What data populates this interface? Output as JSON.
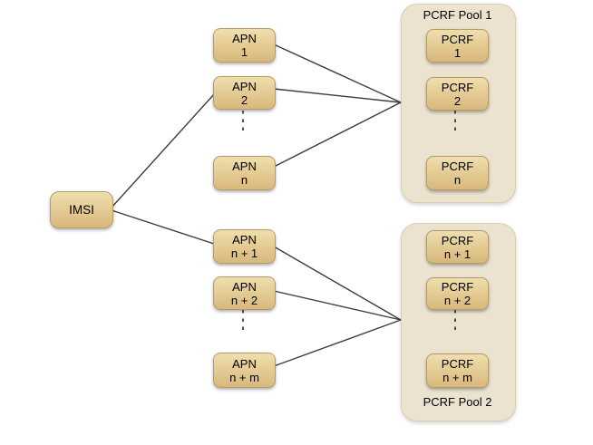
{
  "diagram": {
    "imsi": {
      "label": "IMSI"
    },
    "apns": {
      "apn1": {
        "line1": "APN",
        "line2": "1"
      },
      "apn2": {
        "line1": "APN",
        "line2": "2"
      },
      "apn_n": {
        "line1": "APN",
        "line2": "n"
      },
      "apn_n1": {
        "line1": "APN",
        "line2": "n + 1"
      },
      "apn_n2": {
        "line1": "APN",
        "line2": "n + 2"
      },
      "apn_nm": {
        "line1": "APN",
        "line2": "n + m"
      }
    },
    "pool1": {
      "title": "PCRF Pool 1",
      "pcrf1": {
        "line1": "PCRF",
        "line2": "1"
      },
      "pcrf2": {
        "line1": "PCRF",
        "line2": "2"
      },
      "pcrf_n": {
        "line1": "PCRF",
        "line2": "n"
      }
    },
    "pool2": {
      "title": "PCRF Pool 2",
      "pcrf_n1": {
        "line1": "PCRF",
        "line2": "n + 1"
      },
      "pcrf_n2": {
        "line1": "PCRF",
        "line2": "n + 2"
      },
      "pcrf_nm": {
        "line1": "PCRF",
        "line2": "n + m"
      }
    },
    "ellipsis": "⋮",
    "connections": [
      {
        "from": "IMSI",
        "to": "APN 2"
      },
      {
        "from": "IMSI",
        "to": "APN n + 1"
      },
      {
        "from": "APN 1",
        "to": "PCRF Pool 1"
      },
      {
        "from": "APN 2",
        "to": "PCRF Pool 1"
      },
      {
        "from": "APN n",
        "to": "PCRF Pool 1"
      },
      {
        "from": "APN n + 1",
        "to": "PCRF Pool 2"
      },
      {
        "from": "APN n + 2",
        "to": "PCRF Pool 2"
      },
      {
        "from": "APN n + m",
        "to": "PCRF Pool 2"
      }
    ],
    "colors": {
      "node_gradient_top": "#efdfae",
      "node_gradient_bottom": "#d8b87c",
      "node_border": "#b59c66",
      "pool_fill": "#ebe3cf",
      "pool_border": "#d9ceb2",
      "connector_line": "#3c3c3c",
      "text": "#000000",
      "background": "#ffffff"
    }
  }
}
